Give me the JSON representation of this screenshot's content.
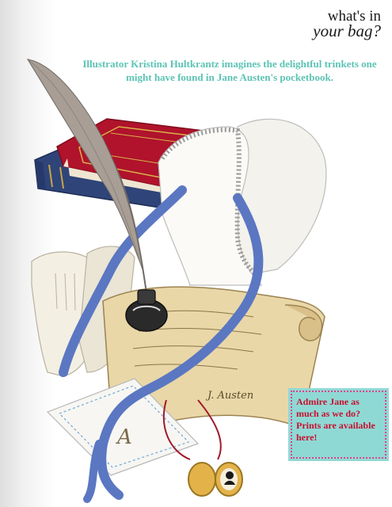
{
  "header": {
    "title_line1": "what's in",
    "title_line2": "your bag?"
  },
  "intro": {
    "text": "Illustrator Kristina Hultkrantz imagines the delightful trinkets one might have found in Jane Austen's pocketbook."
  },
  "illustration": {
    "signature": "J. Austen",
    "monogram": "A",
    "items": [
      "quill-icon",
      "books-icon",
      "bonnet-icon",
      "gloves-icon",
      "ink-bottle-icon",
      "scroll-icon",
      "handkerchief-icon",
      "locket-icon",
      "ribbon-icon"
    ]
  },
  "promo": {
    "text": "Admire Jane as much as we do?  Prints are available here!"
  },
  "colors": {
    "intro_teal": "#5cc3b4",
    "ribbon_blue": "#5b77c2",
    "book_red": "#b0132b",
    "book_navy": "#2f4478",
    "parchment": "#e9d7a8",
    "promo_bg": "#8fd9d5",
    "promo_text": "#c8102e"
  }
}
